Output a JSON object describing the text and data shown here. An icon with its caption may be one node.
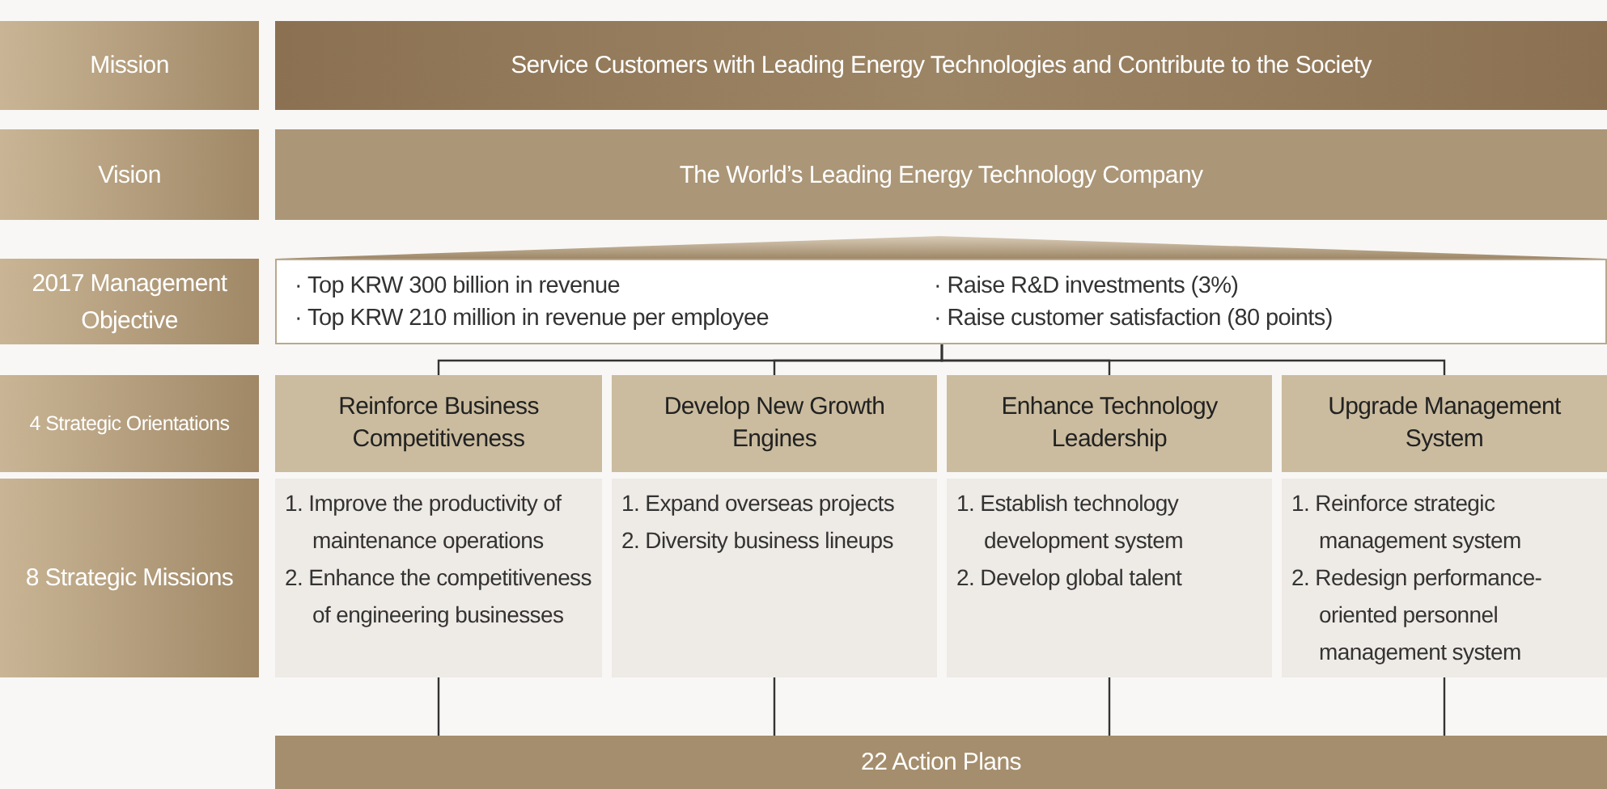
{
  "diagram": {
    "nodes": [
      {
        "text": [
          "Mission"
        ]
      },
      {
        "text": [
          "Service Customers with Leading Energy Technologies and Contribute to the Society"
        ]
      },
      {
        "text": [
          "Vision"
        ]
      },
      {
        "text": [
          "The World’s Leading Energy Technology Company"
        ]
      },
      {
        "text": [
          "2017 Management Objective"
        ]
      },
      {
        "text": [
          "· Top KRW 300 billion in revenue",
          "· Raise R&D investments (3%)",
          "· Top KRW 210 million in revenue per employee",
          "· Raise customer satisfaction (80 points)"
        ]
      },
      {
        "text": [
          "4 Strategic Orientations"
        ]
      },
      {
        "text": [
          "Reinforce Business Competitiveness"
        ]
      },
      {
        "text": [
          "Develop New Growth Engines"
        ]
      },
      {
        "text": [
          "Enhance Technology Leadership"
        ]
      },
      {
        "text": [
          "Upgrade Management System"
        ]
      },
      {
        "text": [
          "8 Strategic Missions"
        ]
      },
      {
        "text": [
          "1. Improve the productivity of maintenance operations",
          "2. Enhance the competitiveness of engineering businesses"
        ]
      },
      {
        "text": [
          "1. Expand overseas projects",
          "2. Diversity business lineups"
        ]
      },
      {
        "text": [
          "1. Establish technology development system",
          "2. Develop global talent"
        ]
      },
      {
        "text": [
          "1. Reinforce strategic management system",
          "2. Redesign performance-oriented personnel management system"
        ]
      },
      {
        "text": [
          "22 Action Plans"
        ]
      }
    ],
    "edges": [
      {
        "from": 5,
        "to": 7,
        "arrow": "none"
      },
      {
        "from": 5,
        "to": 8,
        "arrow": "none"
      },
      {
        "from": 5,
        "to": 9,
        "arrow": "none"
      },
      {
        "from": 5,
        "to": 10,
        "arrow": "none"
      },
      {
        "from": 12,
        "to": 16,
        "arrow": "none"
      },
      {
        "from": 13,
        "to": 16,
        "arrow": "none"
      },
      {
        "from": 14,
        "to": 16,
        "arrow": "none"
      },
      {
        "from": 15,
        "to": 16,
        "arrow": "none"
      }
    ]
  }
}
